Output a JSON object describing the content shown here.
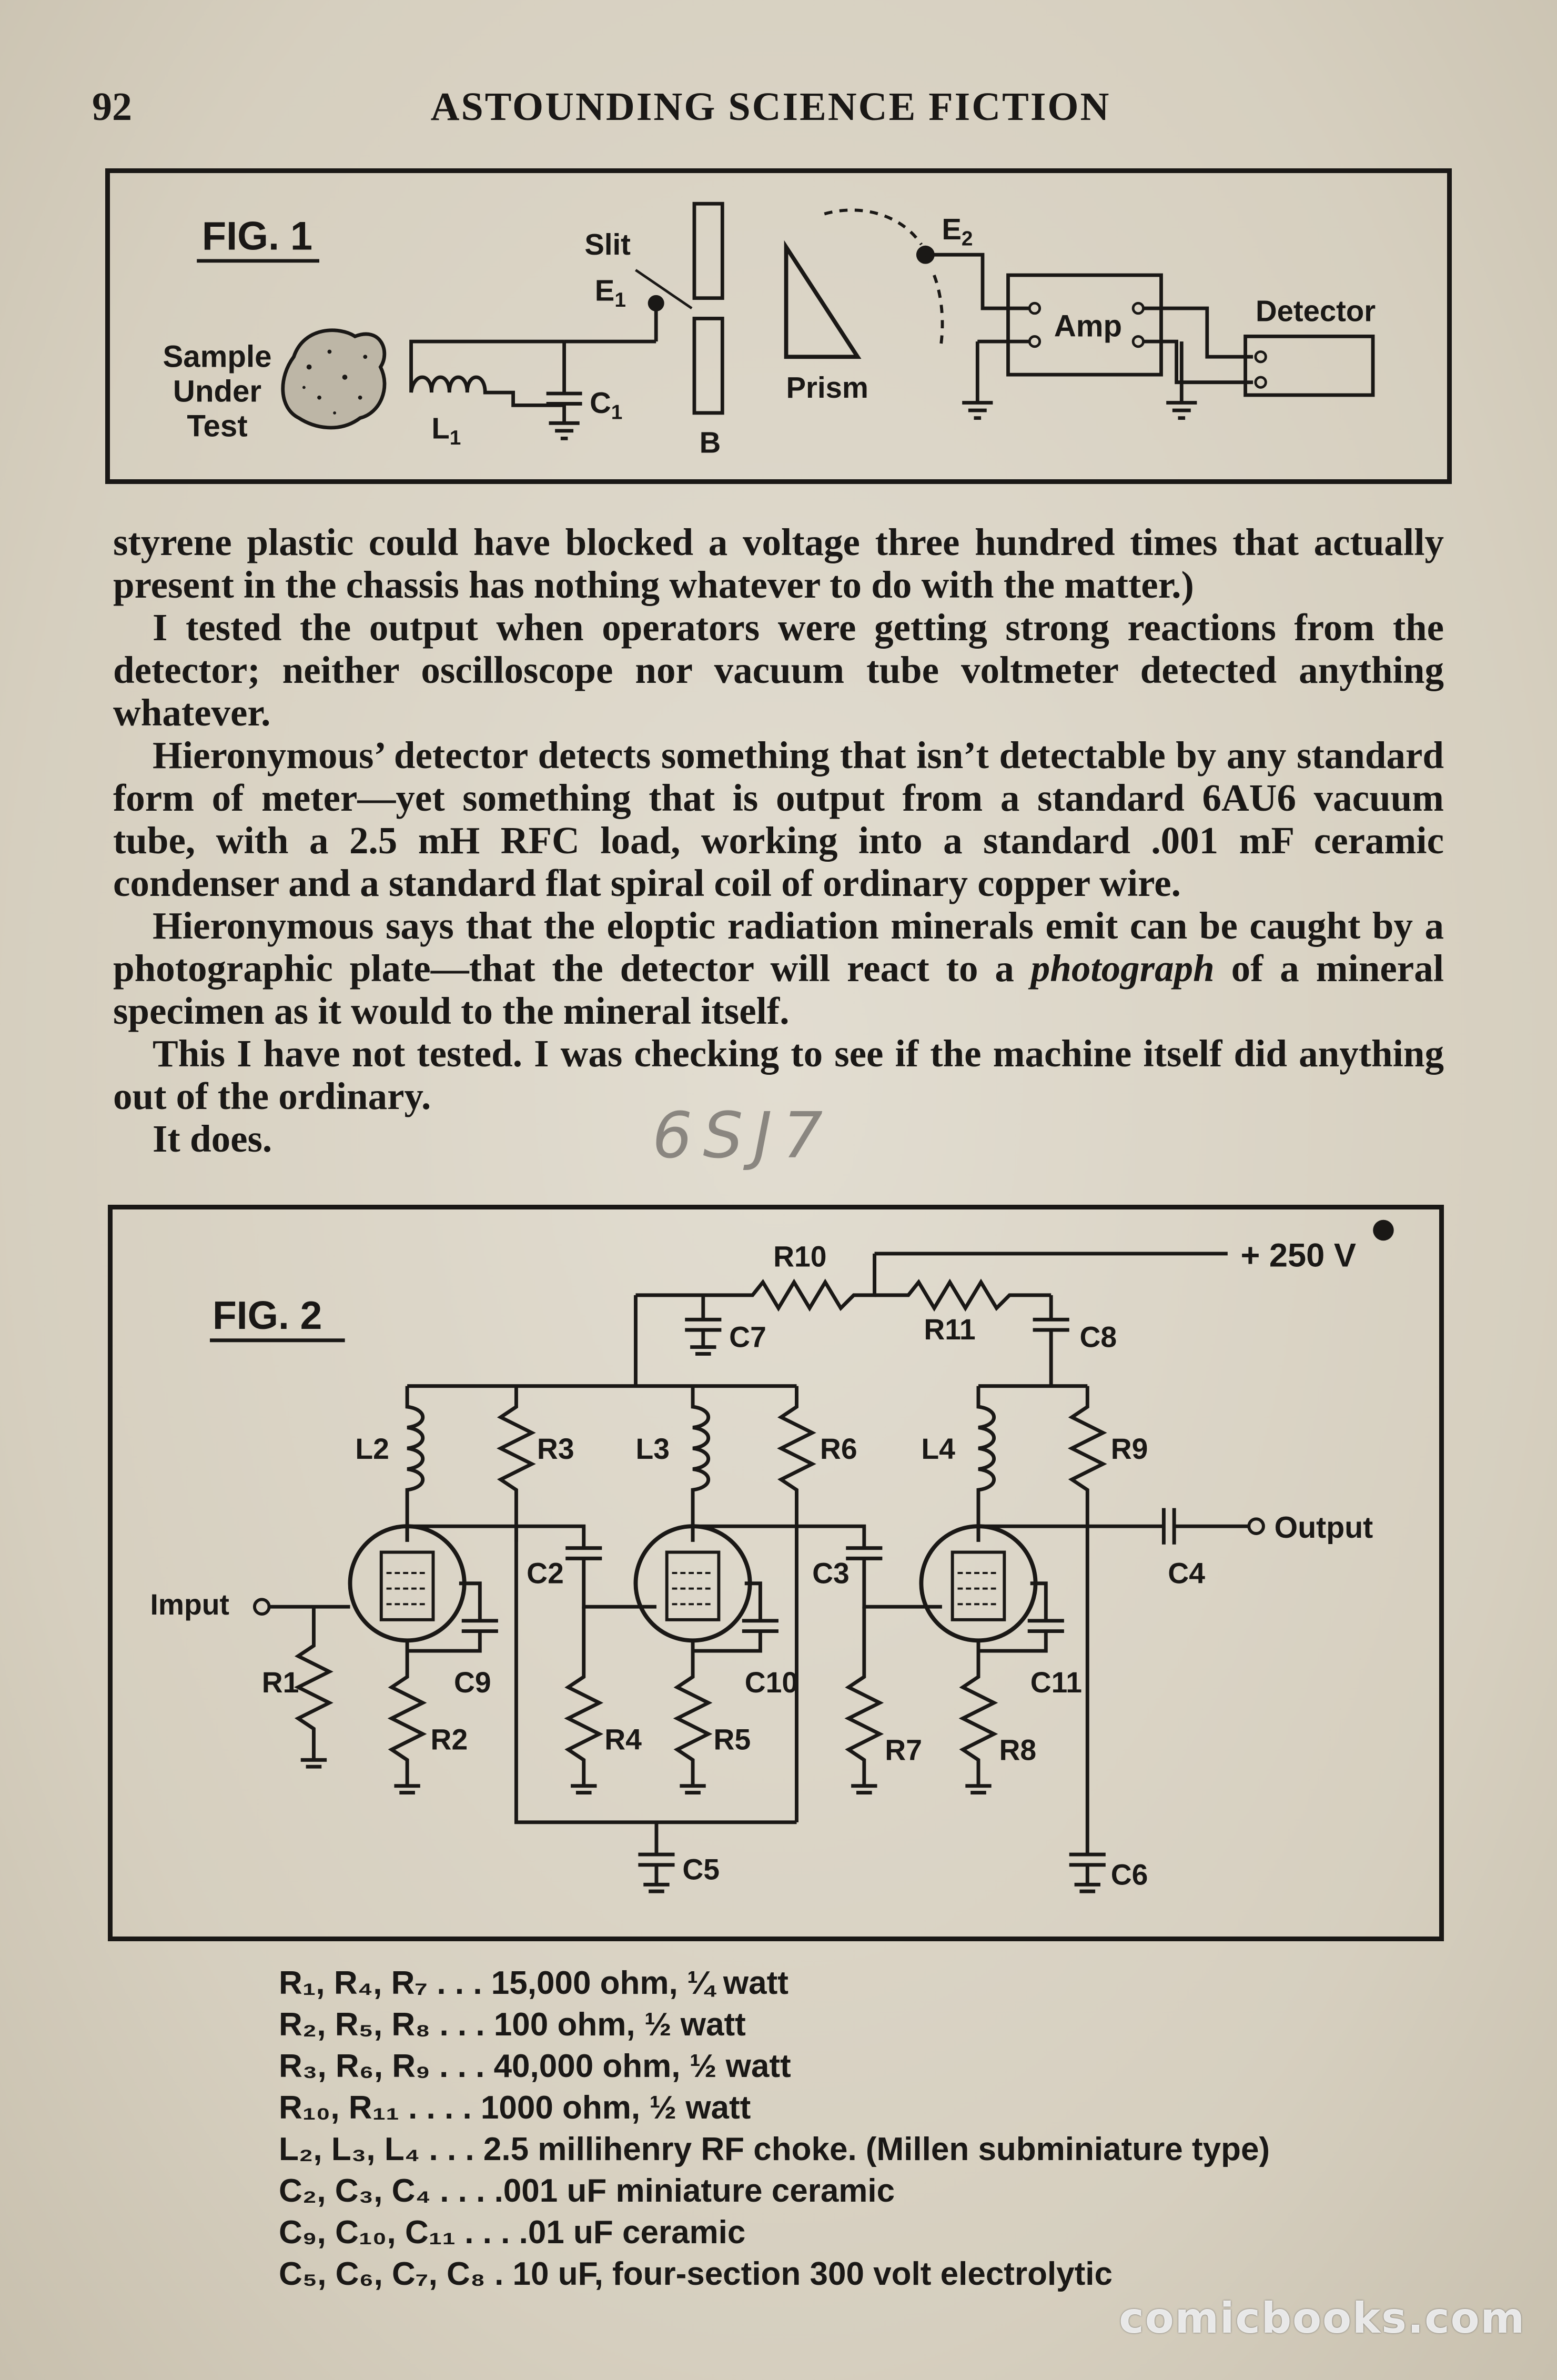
{
  "header": {
    "page_number": "92",
    "running_head": "ASTOUNDING SCIENCE FICTION"
  },
  "fig1": {
    "title": "FIG. 1",
    "sample_lines": [
      "Sample",
      "Under",
      "Test"
    ],
    "slit": "Slit",
    "e1": "E",
    "e1_sub": "1",
    "c1": "C",
    "c1_sub": "1",
    "l1": "L",
    "l1_sub": "1",
    "b": "B",
    "prism": "Prism",
    "e2": "E",
    "e2_sub": "2",
    "amp": "Amp",
    "detector": "Detector"
  },
  "body": {
    "paragraphs": [
      "styrene plastic could have blocked a voltage three hundred times that actually present in the chassis has nothing whatever to do with the matter.)",
      "I tested the output when operators were getting strong reactions from the detector; neither oscilloscope nor vacuum tube voltmeter detected anything whatever.",
      "Hieronymous’ detector detects something that isn’t detectable by any standard form of meter—yet something that is output from a standard 6AU6 vacuum tube, with a 2.5 mH RFC load, working into a standard .001 mF ceramic condenser and a standard flat spiral coil of ordinary copper wire.",
      "This I have not tested. I was checking to see if the machine itself did anything out of the ordinary.",
      "It does."
    ],
    "p4_before": "Hieronymous says that the eloptic radiation minerals emit can be caught by a photographic plate—that the detector will react to a ",
    "p4_italic": "photograph",
    "p4_after": " of a mineral specimen as it would to the mineral itself.",
    "handwriting": "6SJ7"
  },
  "fig2": {
    "title": "FIG. 2",
    "supply": "+ 250 V",
    "input": "Imput",
    "output": "Output",
    "labels": {
      "R1": "R1",
      "R2": "R2",
      "R3": "R3",
      "R4": "R4",
      "R5": "R5",
      "R6": "R6",
      "R7": "R7",
      "R8": "R8",
      "R9": "R9",
      "R10": "R10",
      "R11": "R11",
      "L2": "L2",
      "L3": "L3",
      "L4": "L4",
      "C2": "C2",
      "C3": "C3",
      "C4": "C4",
      "C5": "C5",
      "C6": "C6",
      "C7": "C7",
      "C8": "C8",
      "C9": "C9",
      "C10": "C10",
      "C11": "C11"
    }
  },
  "parts_list": [
    {
      "symbols": "R₁, R₄, R₇ . . .",
      "desc": "15,000 ohm, ¼ watt"
    },
    {
      "symbols": "R₂, R₅, R₈ . . .",
      "desc": "100 ohm, ½ watt"
    },
    {
      "symbols": "R₃, R₆, R₉ . . .",
      "desc": "40,000 ohm, ½ watt"
    },
    {
      "symbols": "R₁₀, R₁₁ . . . .",
      "desc": "1000 ohm, ½ watt"
    },
    {
      "symbols": "L₂, L₃, L₄ . . .",
      "desc": "2.5 millihenry RF choke. (Millen subminiature type)"
    },
    {
      "symbols": "C₂, C₃, C₄ . . .",
      "desc": ".001 uF miniature ceramic"
    },
    {
      "symbols": "C₉, C₁₀, C₁₁ . . .",
      "desc": ".01 uF ceramic"
    },
    {
      "symbols": "C₅, C₆, C₇, C₈ .",
      "desc": "10 uF, four-section 300 volt electrolytic"
    }
  ],
  "watermark": "comicbooks.com"
}
